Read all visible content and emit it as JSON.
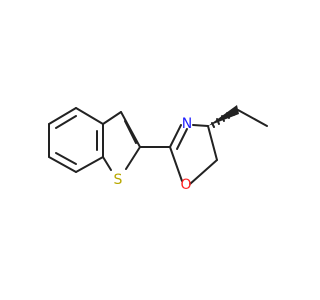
{
  "molecule": {
    "atoms": {
      "sulfur": {
        "symbol": "S",
        "color": "#b8a800"
      },
      "nitrogen": {
        "symbol": "N",
        "color": "#1f1fff"
      },
      "oxygen": {
        "symbol": "O",
        "color": "#ff1f1f"
      }
    },
    "bond_color": "#222222"
  }
}
